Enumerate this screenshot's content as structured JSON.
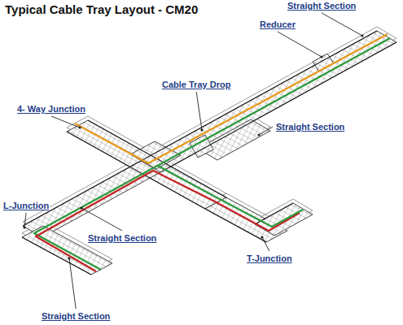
{
  "diagram": {
    "title": "Typical Cable Tray Layout - CM20",
    "labels": [
      "Straight Section",
      "Reducer",
      "Cable Tray Drop",
      "Straight Section",
      "4- Way Junction",
      "L-Junction",
      "Straight Section",
      "T-Junction",
      "Straight Section"
    ]
  }
}
